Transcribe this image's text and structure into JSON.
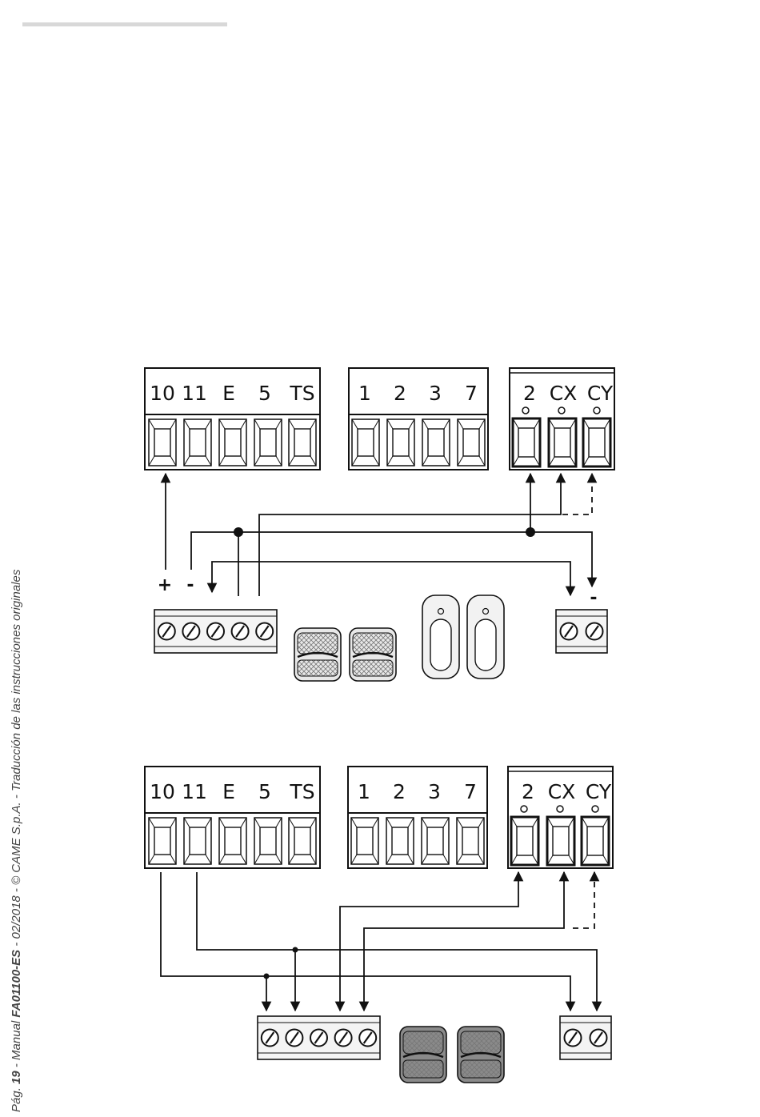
{
  "footer": {
    "prefix": "Pág. ",
    "page": "19",
    "middle": " - Manual ",
    "code": "FA01100-ES",
    "suffix": " - 02/2018 - © CAME S.p.A. - Traducción de las instrucciones originales"
  },
  "terminal_blocks": {
    "block_a": [
      "10",
      "11",
      "E",
      "5",
      "TS"
    ],
    "block_b": [
      "1",
      "2",
      "3",
      "7"
    ],
    "block_c": [
      "2",
      "CX",
      "CY"
    ]
  },
  "polarity": {
    "plus": "+",
    "minus": "-"
  }
}
